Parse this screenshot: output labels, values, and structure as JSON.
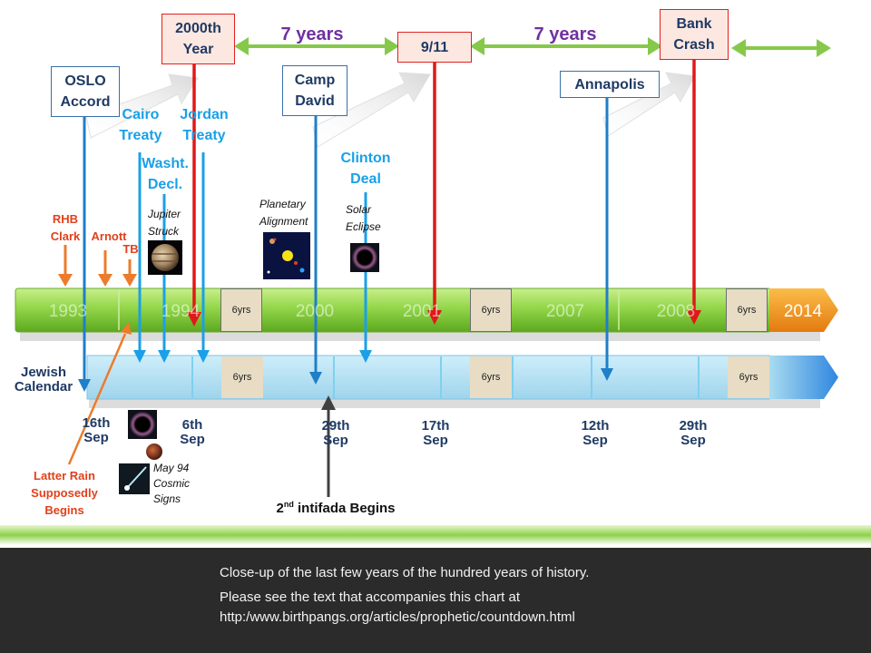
{
  "top_boxes": {
    "y2000": [
      "2000th",
      "Year"
    ],
    "nine_eleven": "9/11",
    "bank_crash": [
      "Bank",
      "Crash"
    ],
    "oslo": [
      "OSLO",
      "Accord"
    ],
    "camp_david": [
      "Camp",
      "David"
    ],
    "annapolis": "Annapolis"
  },
  "spans": [
    "7 years",
    "7 years"
  ],
  "events": {
    "cairo": [
      "Cairo",
      "Treaty"
    ],
    "jordan": [
      "Jordan",
      "Treaty"
    ],
    "washt": [
      "Washt.",
      "Decl."
    ],
    "clinton": [
      "Clinton",
      "Deal"
    ],
    "rhb_clark": [
      "RHB",
      "Clark"
    ],
    "arnott": "Arnott",
    "tb": "TB",
    "jupiter": [
      "Jupiter",
      "Struck"
    ],
    "planetary": [
      "Planetary",
      "Alignment"
    ],
    "solar": [
      "Solar",
      "Eclipse"
    ],
    "cosmic": [
      "May  94",
      "Cosmic",
      "Signs"
    ],
    "latter_rain": [
      "Latter Rain",
      "Supposedly",
      "Begins"
    ],
    "intifada_num": "2",
    "intifada_sup": "nd",
    "intifada_text": " intifada Begins"
  },
  "timeline": {
    "years": [
      "1993",
      "1994",
      "2000",
      "2001",
      "2007",
      "2008"
    ],
    "end_year": "2014",
    "six_yrs": "6yrs"
  },
  "jewish_calendar": {
    "label": [
      "Jewish",
      "Calendar"
    ],
    "dates": [
      [
        "16th",
        "Sep"
      ],
      [
        "6th",
        "Sep"
      ],
      [
        "29th",
        "Sep"
      ],
      [
        "17th",
        "Sep"
      ],
      [
        "12th",
        "Sep"
      ],
      [
        "29th",
        "Sep"
      ]
    ]
  },
  "footer": {
    "line1": "Close-up of the last few years of the hundred years of history.",
    "line2": "Please see the text that accompanies this chart at",
    "line3": "http:/www.birthpangs.org/articles/prophetic/countdown.html"
  },
  "colors": {
    "green_bar": "#8fd44a",
    "calendar_bar": "#a9dcf0",
    "red_arrow": "#e01818",
    "blue_arrow": "#1f7fc8",
    "span_arrow": "#86c94a",
    "span_text": "#7030a0"
  }
}
